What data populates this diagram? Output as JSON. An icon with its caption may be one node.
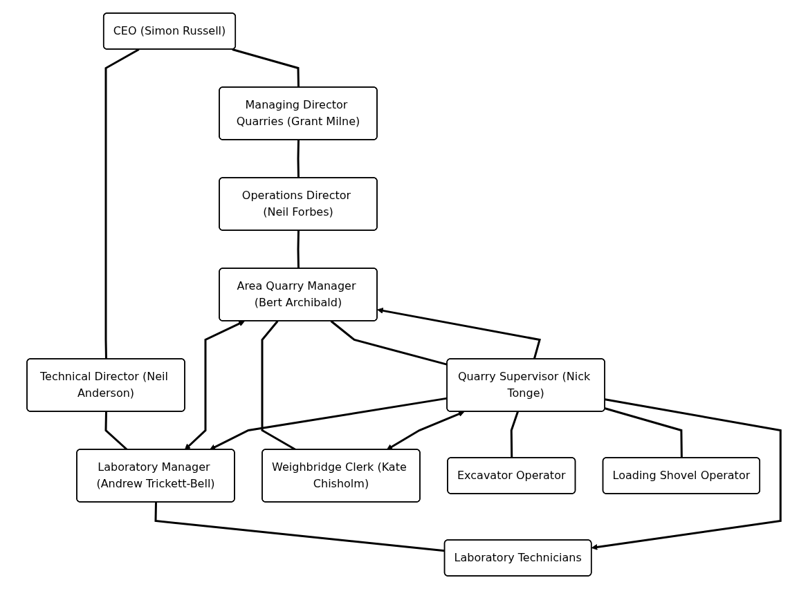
{
  "diagram": {
    "nodes": [
      {
        "text": [
          "CEO (Simon Russell)"
        ]
      },
      {
        "text": [
          "Managing Director Quarries (Grant Milne)"
        ]
      },
      {
        "text": [
          "Technical Director (Neil Anderson)"
        ]
      },
      {
        "text": [
          "Operations Director (Neil Forbes)"
        ]
      },
      {
        "text": [
          "Area Quarry Manager (Bert Archibald)"
        ]
      },
      {
        "text": [
          "Laboratory Manager (Andrew Trickett-Bell)"
        ]
      },
      {
        "text": [
          "Weighbridge Clerk (Kate Chisholm)"
        ]
      },
      {
        "text": [
          "Quarry Supervisor (Nick Tonge)"
        ]
      },
      {
        "text": [
          "Laboratory Technicians"
        ]
      },
      {
        "text": [
          "Excavator Operator"
        ]
      },
      {
        "text": [
          "Loading Shovel Operator"
        ]
      }
    ],
    "edges": [
      {
        "from": 0,
        "to": 1,
        "arrow": "none"
      },
      {
        "from": 0,
        "to": 2,
        "arrow": "none"
      },
      {
        "from": 1,
        "to": 3,
        "arrow": "none"
      },
      {
        "from": 3,
        "to": 4,
        "arrow": "none"
      },
      {
        "from": 2,
        "to": 5,
        "arrow": "none"
      },
      {
        "from": 4,
        "to": 6,
        "arrow": "none"
      },
      {
        "from": 4,
        "to": 7,
        "arrow": "none"
      },
      {
        "from": 5,
        "to": 8,
        "arrow": "none"
      },
      {
        "from": 4,
        "to": 5,
        "arrow": "both"
      },
      {
        "from": 7,
        "to": 4,
        "arrow": "to"
      },
      {
        "from": 7,
        "to": 5,
        "arrow": "to"
      },
      {
        "from": 7,
        "to": 8,
        "arrow": "to"
      },
      {
        "from": 7,
        "to": 6,
        "arrow": "both"
      },
      {
        "from": 7,
        "to": 9,
        "arrow": "none"
      },
      {
        "from": 7,
        "to": 10,
        "arrow": "none"
      }
    ]
  }
}
